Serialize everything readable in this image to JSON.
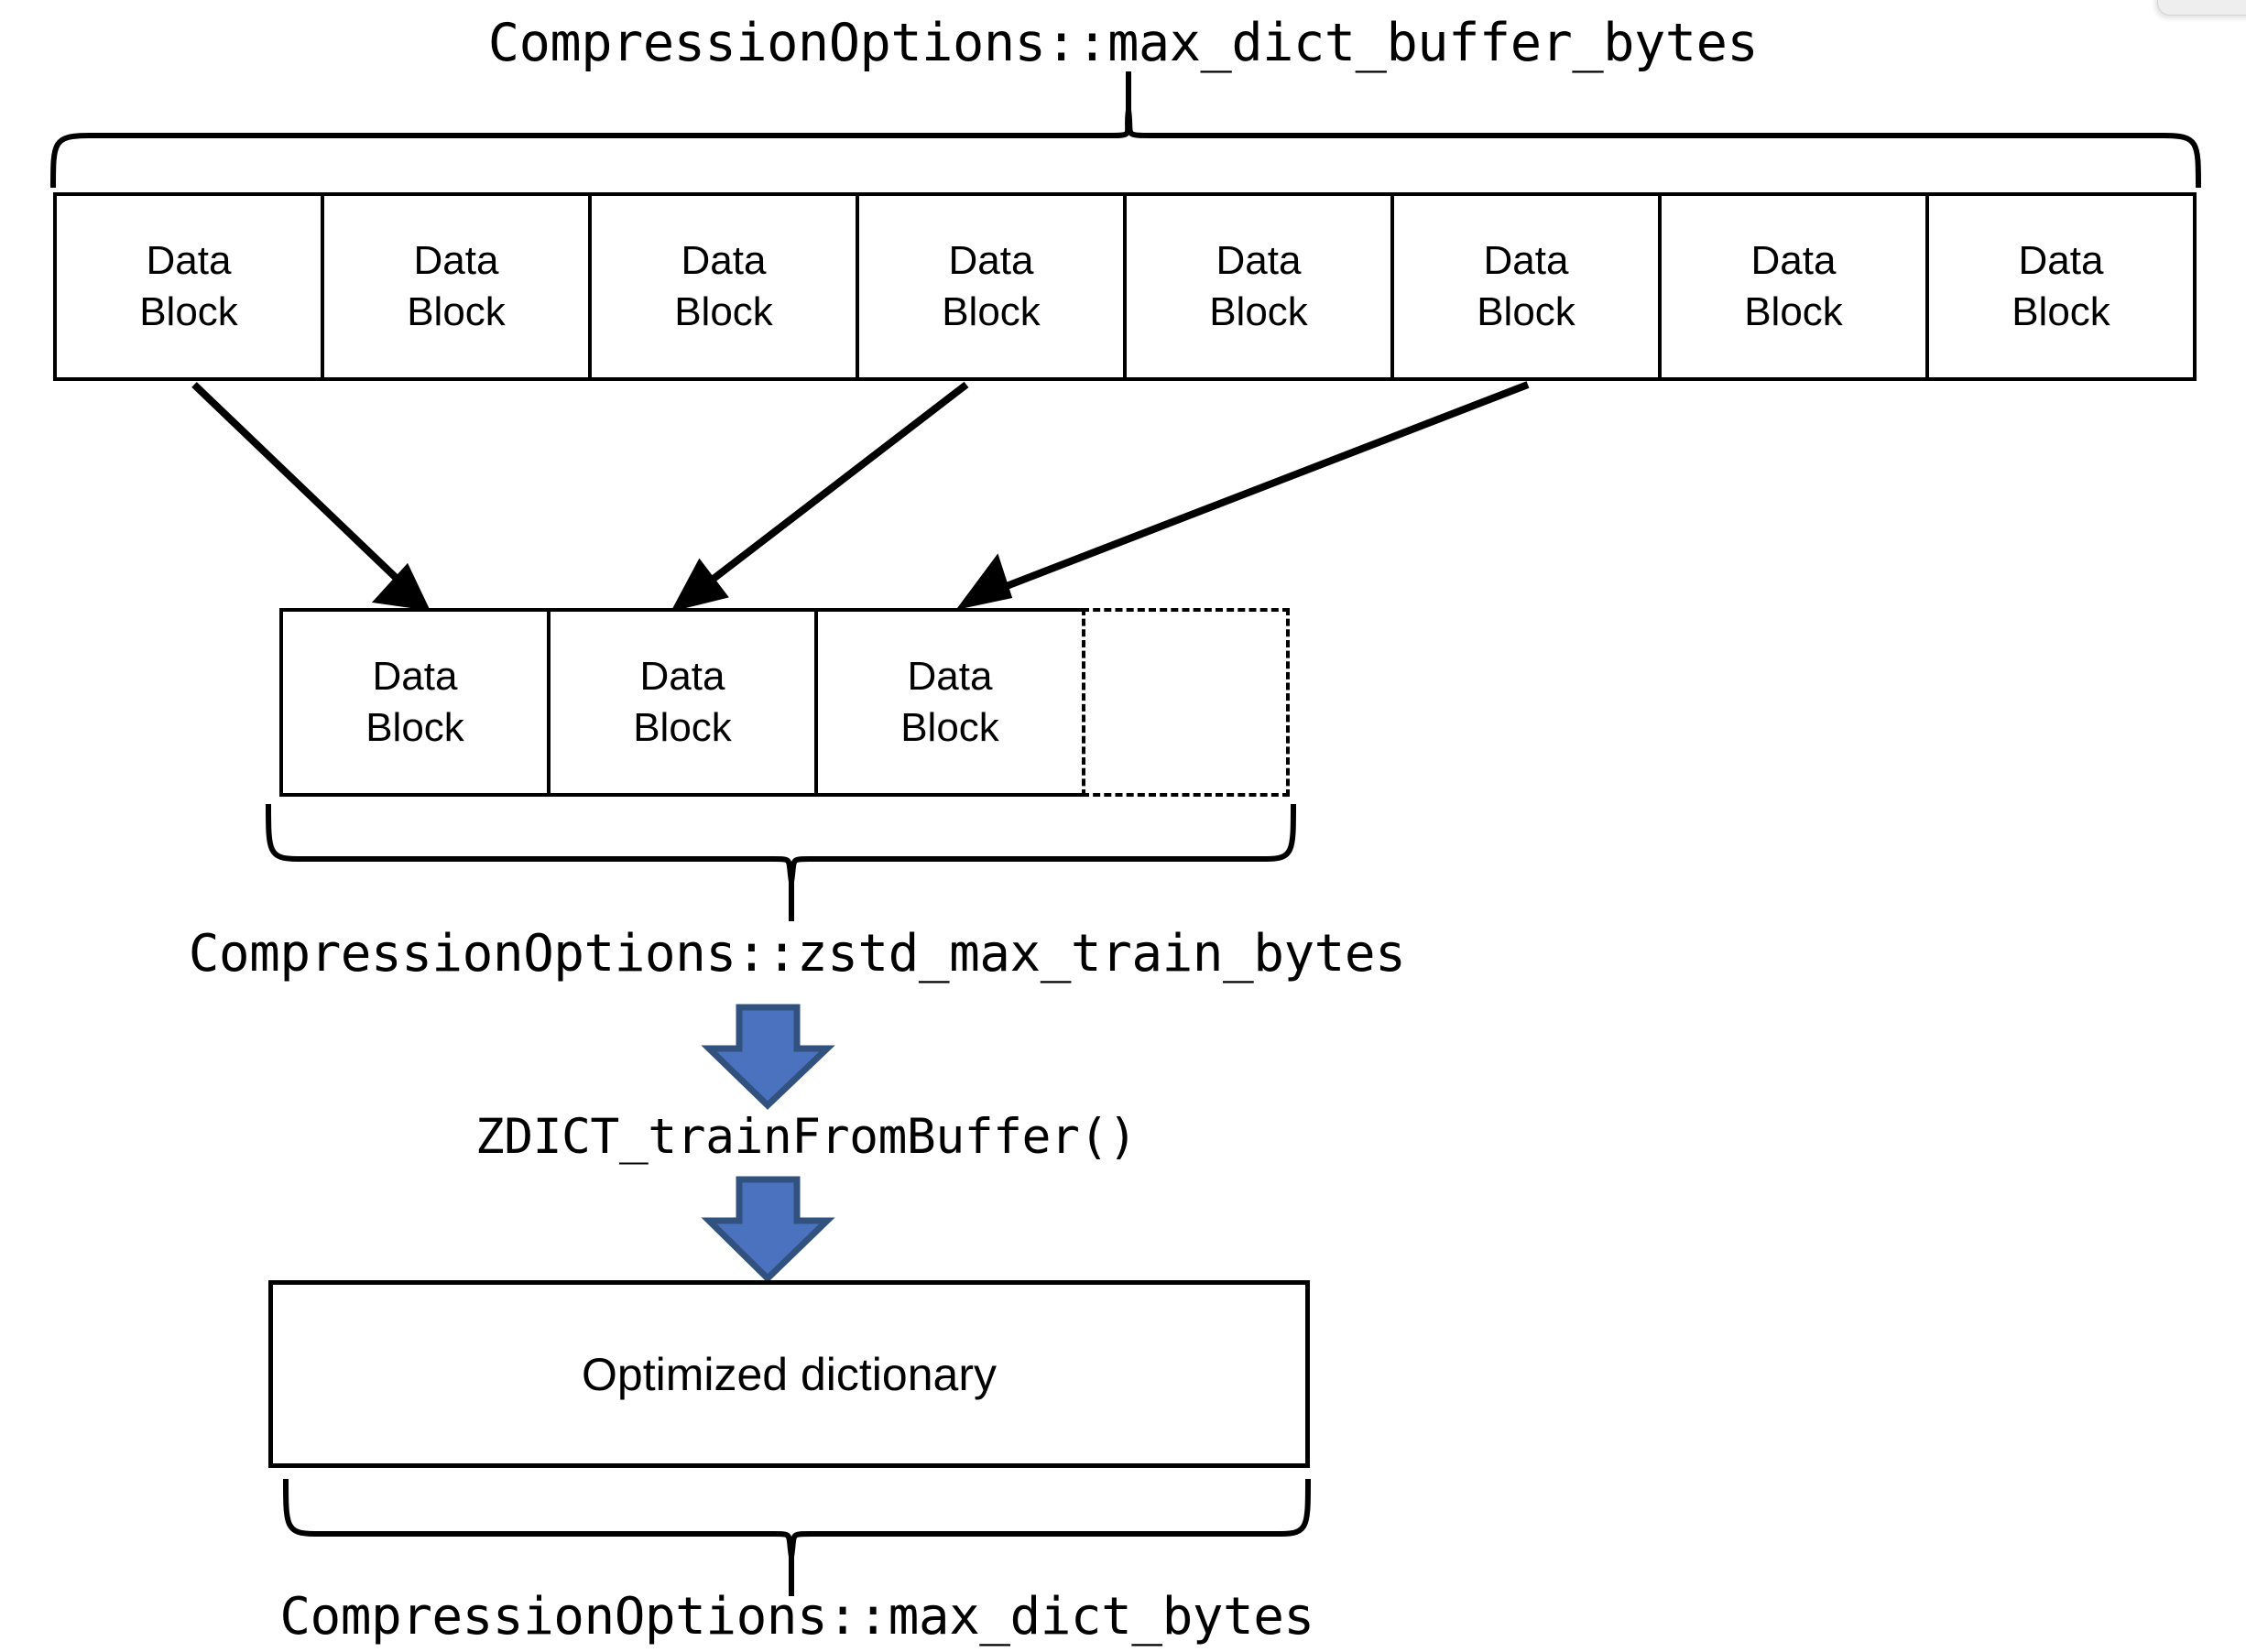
{
  "diagram": {
    "title_top": "CompressionOptions::max_dict_buffer_bytes",
    "label_middle": "CompressionOptions::zstd_max_train_bytes",
    "label_function": "ZDICT_trainFromBuffer()",
    "label_bottom": "CompressionOptions::max_dict_bytes",
    "dictionary_box_label": "Optimized dictionary",
    "block_line_1": "Data",
    "block_line_2": "Block",
    "top_row_blocks": [
      {
        "line1": "Data",
        "line2": "Block"
      },
      {
        "line1": "Data",
        "line2": "Block"
      },
      {
        "line1": "Data",
        "line2": "Block"
      },
      {
        "line1": "Data",
        "line2": "Block"
      },
      {
        "line1": "Data",
        "line2": "Block"
      },
      {
        "line1": "Data",
        "line2": "Block"
      },
      {
        "line1": "Data",
        "line2": "Block"
      },
      {
        "line1": "Data",
        "line2": "Block"
      }
    ],
    "sample_row_blocks": [
      {
        "line1": "Data",
        "line2": "Block"
      },
      {
        "line1": "Data",
        "line2": "Block"
      },
      {
        "line1": "Data",
        "line2": "Block"
      }
    ],
    "sample_row_placeholder_count": 1,
    "arrows_sampling_count": 3,
    "flow_arrows": [
      {
        "name": "arrow-to-zdict"
      },
      {
        "name": "arrow-to-dictionary"
      }
    ],
    "colors": {
      "line": "#000000",
      "background": "#ffffff",
      "arrow_fill": "#4a72be",
      "arrow_stroke": "#31517f",
      "corner_panel": "#eeeeee"
    }
  }
}
